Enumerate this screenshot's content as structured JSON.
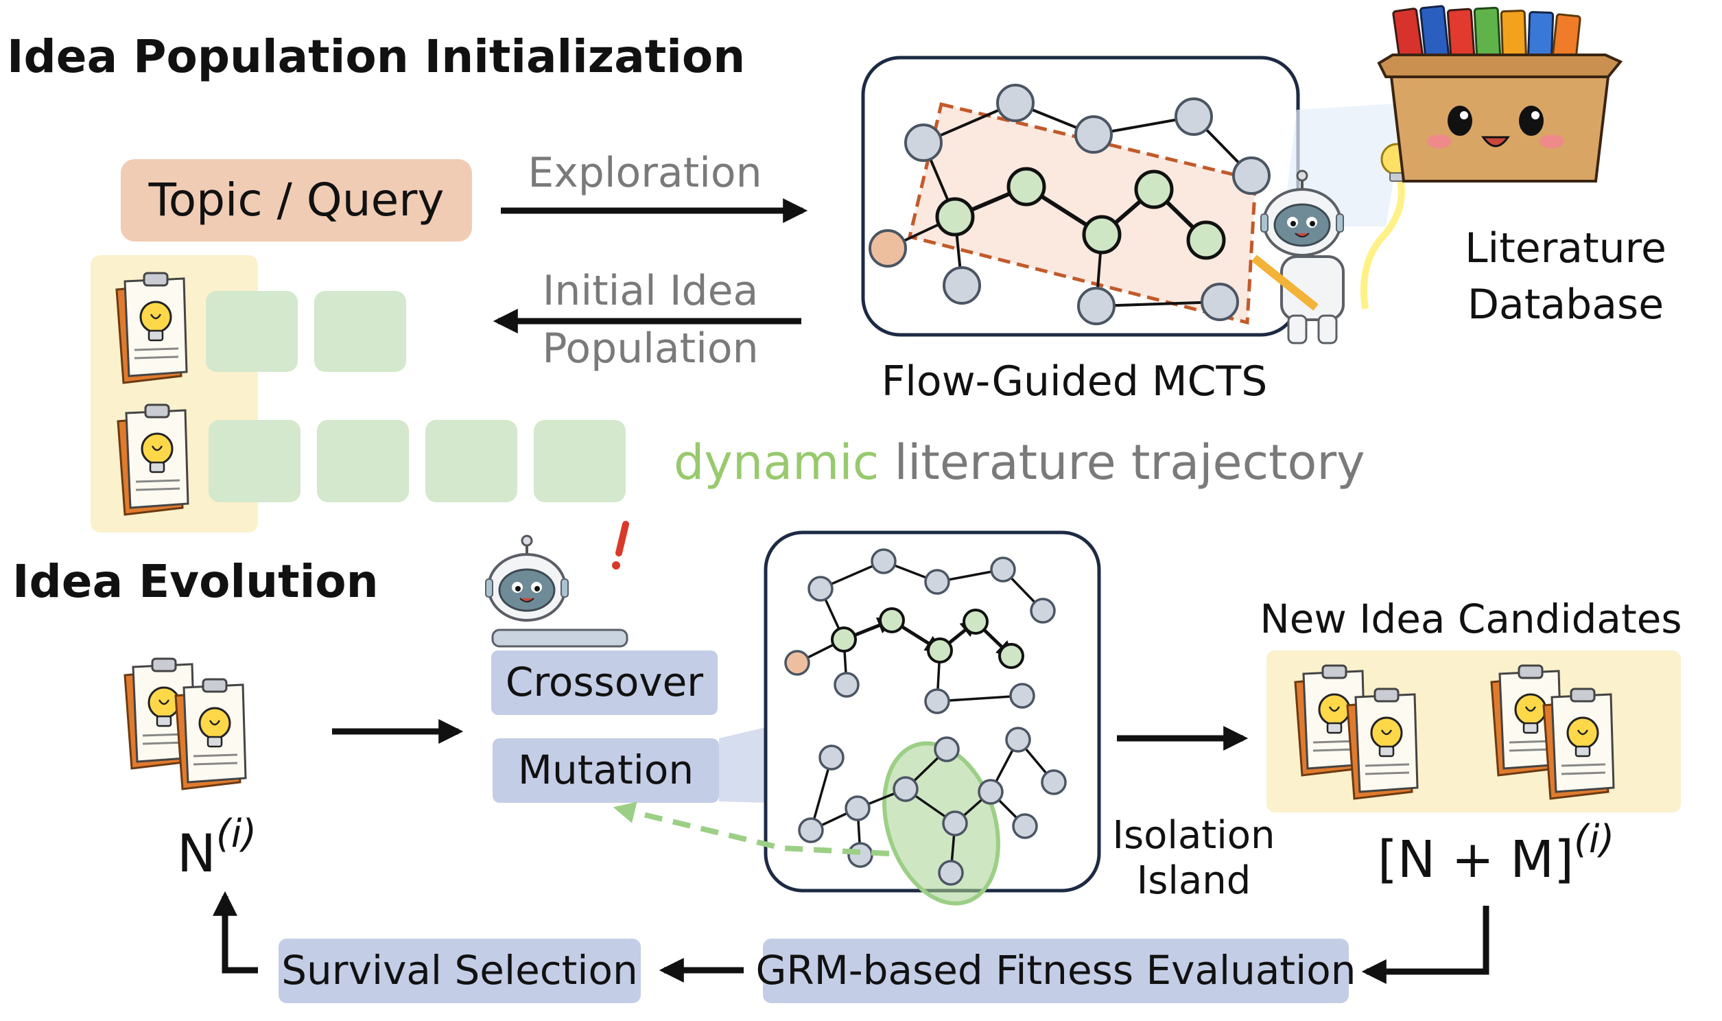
{
  "titles": {
    "init": "Idea Population Initialization",
    "evolution": "Idea Evolution"
  },
  "init": {
    "topic_query": "Topic / Query",
    "exploration": "Exploration",
    "initial_idea_line1": "Initial Idea",
    "initial_idea_line2": "Population",
    "mcts_label": "Flow-Guided MCTS",
    "literature_line1": "Literature",
    "literature_line2": "Database",
    "trajectory_word1": "dynamic",
    "trajectory_rest": "literature trajectory"
  },
  "evolution": {
    "n_base": "N",
    "n_sup": "(i)",
    "crossover": "Crossover",
    "mutation": "Mutation",
    "isolation_line1": "Isolation",
    "isolation_line2": "Island",
    "new_candidates": "New Idea Candidates",
    "nm_base": "[N + M]",
    "nm_sup": "(i)",
    "fitness": "GRM-based Fitness Evaluation",
    "survival": "Survival Selection"
  },
  "icons": [
    "clipboard-idea-icon",
    "robot-mascot-icon",
    "bookbox-mascot-icon",
    "lightbulb-icon",
    "exclamation-icon"
  ],
  "colors": {
    "node_gray": "#cfd5de",
    "node_green": "#cfe6c5",
    "node_orange": "#eebf9f",
    "topic_box": "#f0ccb4",
    "op_box": "#c4cde6",
    "idea_square": "#d3e8cc",
    "yellow_panel": "#fbf1cc",
    "trajectory_green": "#98c96e"
  }
}
